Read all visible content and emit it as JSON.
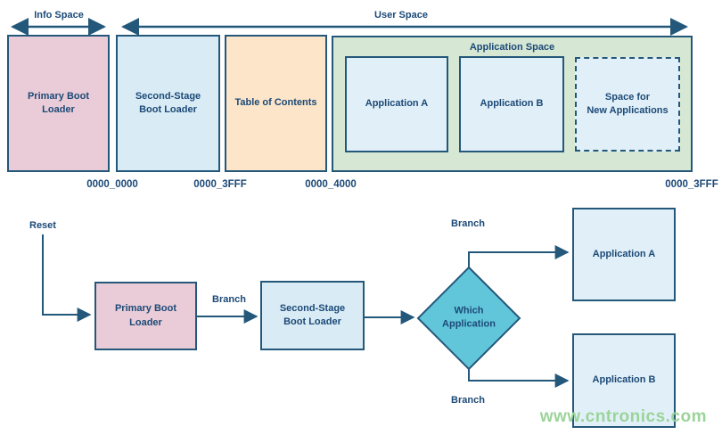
{
  "top_diagram": {
    "info_space_label": "Info Space",
    "user_space_label": "User Space",
    "blocks": [
      {
        "label": "Primary Boot\nLoader"
      },
      {
        "label": "Second-Stage\nBoot Loader"
      },
      {
        "label": "Table of Contents"
      }
    ],
    "application_space": {
      "label": "Application Space",
      "items": [
        {
          "label": "Application A"
        },
        {
          "label": "Application B"
        },
        {
          "label": "Space for\nNew Applications"
        }
      ]
    },
    "addresses": [
      "0000_0000",
      "0000_3FFF",
      "0000_4000",
      "0000_3FFF"
    ]
  },
  "flowchart": {
    "reset_label": "Reset",
    "primary_boot_loader": "Primary Boot\nLoader",
    "second_stage_boot_loader": "Second-Stage\nBoot Loader",
    "decision": "Which\nApplication",
    "application_a": "Application A",
    "application_b": "Application B",
    "branch_labels": [
      "Branch",
      "Branch",
      "Branch"
    ]
  },
  "watermark": "www.cntronics.com",
  "colors": {
    "line": "#24587a",
    "text": "#1c4977",
    "pink": "#e9ccd7",
    "light_blue": "#d9ecf5",
    "lighter_blue": "#e1f0f8",
    "peach": "#fce5c9",
    "green": "#d6e7d4",
    "teal": "#62c6da",
    "watermark_green": "#9bd49a"
  }
}
